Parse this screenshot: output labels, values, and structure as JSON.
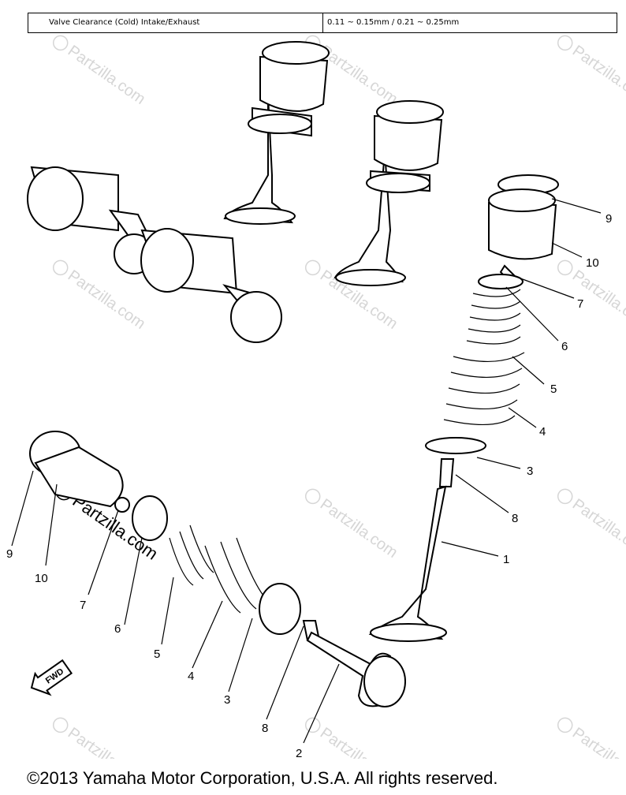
{
  "spec": {
    "label": "Valve Clearance (Cold) Intake/Exhaust",
    "value": "0.11 ~ 0.15mm / 0.21 ~ 0.25mm"
  },
  "callouts": {
    "right_9": "9",
    "right_10": "10",
    "right_7": "7",
    "right_6": "6",
    "right_5": "5",
    "right_4": "4",
    "right_3": "3",
    "right_8": "8",
    "right_1": "1",
    "left_9": "9",
    "left_10": "10",
    "left_7": "7",
    "left_6": "6",
    "left_5": "5",
    "left_4": "4",
    "left_3": "3",
    "left_8": "8",
    "left_2": "2"
  },
  "watermark": {
    "site": "Partzilla.com",
    "symbol": "©"
  },
  "fwd_label": "FWD",
  "footer": "©2013 Yamaha Motor Corporation, U.S.A. All rights reserved."
}
